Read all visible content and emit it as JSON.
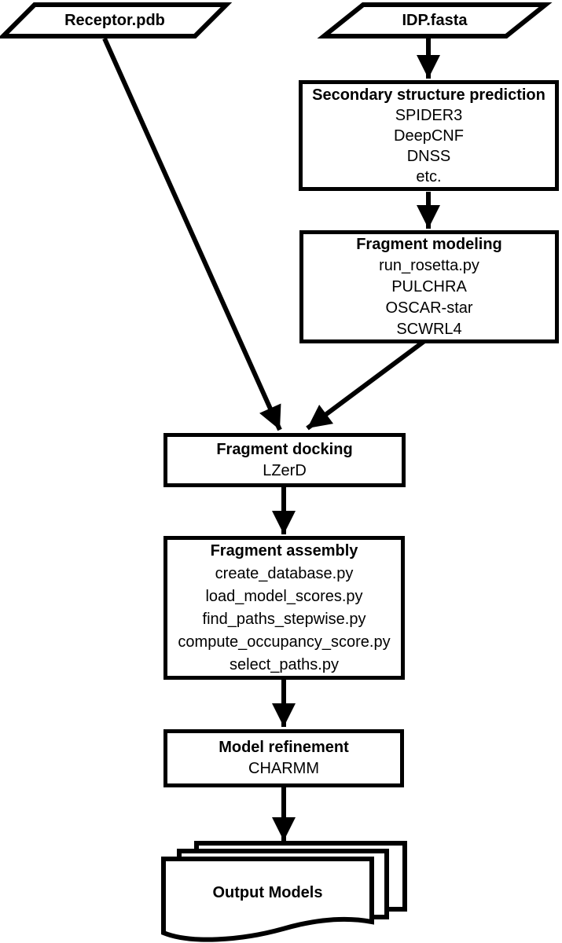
{
  "diagram": {
    "type": "flowchart",
    "colors": {
      "stroke": "#000000",
      "fill": "#ffffff",
      "background": "#ffffff",
      "text": "#000000"
    },
    "nodes": {
      "receptor": {
        "shape": "parallelogram",
        "label": "Receptor.pdb"
      },
      "idp_fasta": {
        "shape": "parallelogram",
        "label": "IDP.fasta"
      },
      "secondary_structure": {
        "shape": "rect",
        "title": "Secondary structure prediction",
        "items": [
          "SPIDER3",
          "DeepCNF",
          "DNSS",
          "etc."
        ]
      },
      "fragment_modeling": {
        "shape": "rect",
        "title": "Fragment modeling",
        "items": [
          "run_rosetta.py",
          "PULCHRA",
          "OSCAR-star",
          "SCWRL4"
        ]
      },
      "fragment_docking": {
        "shape": "rect",
        "title": "Fragment docking",
        "items": [
          "LZerD"
        ]
      },
      "fragment_assembly": {
        "shape": "rect",
        "title": "Fragment assembly",
        "items": [
          "create_database.py",
          "load_model_scores.py",
          "find_paths_stepwise.py",
          "compute_occupancy_score.py",
          "select_paths.py"
        ]
      },
      "model_refinement": {
        "shape": "rect",
        "title": "Model refinement",
        "items": [
          "CHARMM"
        ]
      },
      "output_models": {
        "shape": "document-stack",
        "label": "Output Models"
      }
    },
    "edges": [
      {
        "from": "receptor",
        "to": "fragment_docking"
      },
      {
        "from": "idp_fasta",
        "to": "secondary_structure"
      },
      {
        "from": "secondary_structure",
        "to": "fragment_modeling"
      },
      {
        "from": "fragment_modeling",
        "to": "fragment_docking"
      },
      {
        "from": "fragment_docking",
        "to": "fragment_assembly"
      },
      {
        "from": "fragment_assembly",
        "to": "model_refinement"
      },
      {
        "from": "model_refinement",
        "to": "output_models"
      }
    ]
  }
}
